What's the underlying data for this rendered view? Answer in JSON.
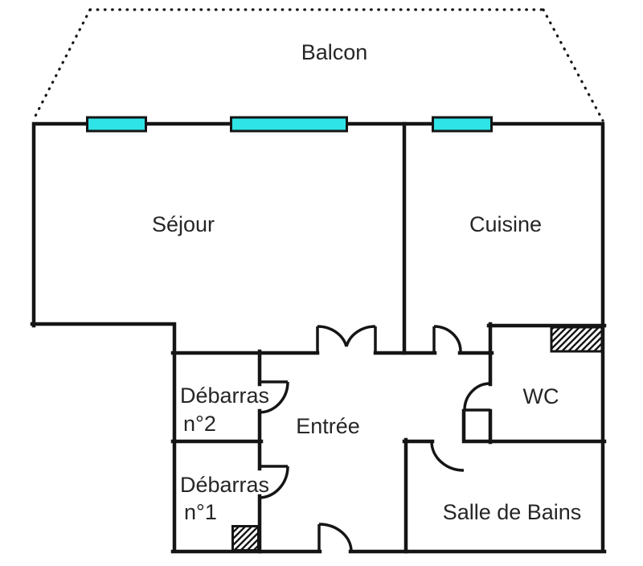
{
  "floor_plan": {
    "colors": {
      "background": "#ffffff",
      "wall": "#151515",
      "text": "#262626",
      "window": "#2fe4e6"
    },
    "balcony": {
      "label": "Balcon"
    },
    "rooms": {
      "sejour": {
        "label": "Séjour"
      },
      "cuisine": {
        "label": "Cuisine"
      },
      "entree": {
        "label": "Entrée"
      },
      "wc": {
        "label": "WC"
      },
      "salle_de_bains": {
        "label": "Salle de Bains"
      },
      "debarras_2": {
        "label_line1": "Débarras",
        "label_line2": "n°2"
      },
      "debarras_1": {
        "label_line1": "Débarras",
        "label_line2": "n°1"
      }
    },
    "windows": {
      "count": 3
    },
    "hatched_areas": {
      "count": 2
    }
  }
}
